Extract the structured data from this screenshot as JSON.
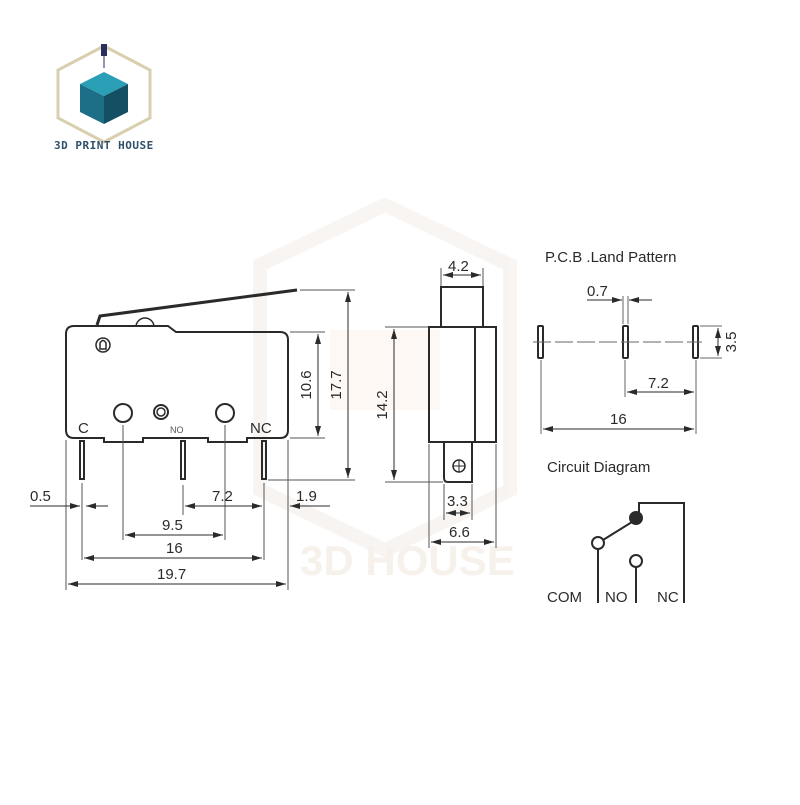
{
  "brand": {
    "logo_text": "3D PRINT HOUSE",
    "watermark_text": "3D HOUSE",
    "colors": {
      "cube_top": "#2a9fb5",
      "cube_left": "#1d6f88",
      "cube_right": "#145063",
      "hex_outline": "#d8cfae",
      "text": "#2f4f6a"
    }
  },
  "side_view": {
    "pin_labels": {
      "c": "C",
      "no": "NO",
      "nc": "NC"
    },
    "dimensions": {
      "body_height": "10.6",
      "total_height": "17.7",
      "pin_width": "0.5",
      "no_nc_pitch": "7.2",
      "overhang": "1.9",
      "mount_hole_pitch": "9.5",
      "c_nc_pitch": "16",
      "body_length": "19.7"
    }
  },
  "end_view": {
    "dimensions": {
      "actuator_width": "4.2",
      "body_height": "14.2",
      "terminal_width": "3.3",
      "body_width": "6.6"
    }
  },
  "pcb_land_pattern": {
    "title": "P.C.B .Land  Pattern",
    "dimensions": {
      "pad_width": "0.7",
      "pad_height": "3.5",
      "pitch": "7.2",
      "total": "16"
    }
  },
  "circuit_diagram": {
    "title": "Circuit  Diagram",
    "labels": {
      "com": "COM",
      "no": "NO",
      "nc": "NC"
    }
  },
  "colors": {
    "line": "#2a2a2a",
    "dim_line": "#444444",
    "background": "#ffffff"
  }
}
